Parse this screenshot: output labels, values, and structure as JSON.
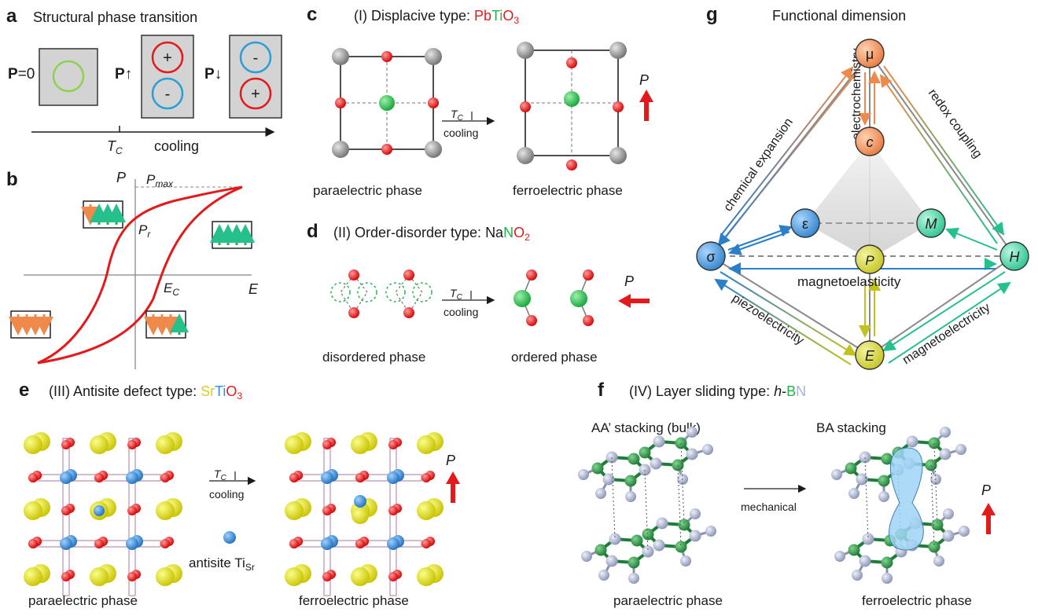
{
  "panels": {
    "a": {
      "letter": "a",
      "title": "Structural phase transition",
      "p_zero": "=0",
      "p_up": "↑",
      "p_down": "↓",
      "p_bold": "P",
      "plus": "+",
      "minus": "-",
      "tc": "T",
      "tc_sub": "C",
      "cooling": "cooling"
    },
    "b": {
      "letter": "b",
      "y_axis": "P",
      "x_axis": "E",
      "pmax": "P",
      "pmax_sub": "max",
      "pr": "P",
      "pr_sub": "r",
      "ec": "E",
      "ec_sub": "C"
    },
    "c": {
      "letter": "c",
      "title_prefix": "(I) Displacive type: ",
      "formula": [
        "Pb",
        "Ti",
        "O",
        "3"
      ],
      "tc": "T",
      "tc_sub": "C",
      "cooling": "cooling",
      "p_label": "P",
      "left_caption": "paraelectric phase",
      "right_caption": "ferroelectric phase"
    },
    "d": {
      "letter": "d",
      "title_prefix": "(II) Order-disorder type: ",
      "formula": [
        "Na",
        "N",
        "O",
        "2"
      ],
      "tc": "T",
      "tc_sub": "C",
      "cooling": "cooling",
      "p_label": "P",
      "left_caption": "disordered phase",
      "right_caption": "ordered phase"
    },
    "e": {
      "letter": "e",
      "title_prefix": "(III) Antisite defect type: ",
      "formula": [
        "Sr",
        "Ti",
        "O",
        "3"
      ],
      "tc": "T",
      "tc_sub": "C",
      "cooling": "cooling",
      "antisite": "antisite Ti",
      "antisite_sub": "Sr",
      "p_label": "P",
      "left_caption": "paraelectric phase",
      "right_caption": "ferroelectric phase"
    },
    "f": {
      "letter": "f",
      "title_prefix": "(IV) Layer sliding type: ",
      "formula_italic": "h",
      "formula_dash": "-",
      "formula": [
        "B",
        "N"
      ],
      "left_stack": "AA’ stacking (bulk)",
      "right_stack": "BA stacking",
      "mechanical": "mechanical",
      "p_label": "P",
      "left_caption": "paraelectric phase",
      "right_caption": "ferroelectric phase"
    },
    "g": {
      "letter": "g",
      "title": "Functional dimension",
      "nodes": {
        "mu": "μ",
        "c": "c",
        "eps": "ε",
        "M": "M",
        "P": "P",
        "sigma": "σ",
        "H": "H",
        "E": "E"
      },
      "edges": {
        "chem": "chemical expansion",
        "electro": "electrochemistry",
        "redox": "redox coupling",
        "magel": "magnetoelasticity",
        "piezo": "piezoelectricity",
        "magelec": "magnetoelectricity"
      }
    }
  },
  "colors": {
    "red": "#e31a1c",
    "green": "#22b24c",
    "blue": "#2a8fd6",
    "yellow": "#d8cf1e",
    "orange": "#f08a4b",
    "gray_atom": "#8c8c8c",
    "box_fill": "#d3d3d3",
    "hbn_b": "#2e9a48",
    "hbn_n": "#a9b3cf"
  }
}
